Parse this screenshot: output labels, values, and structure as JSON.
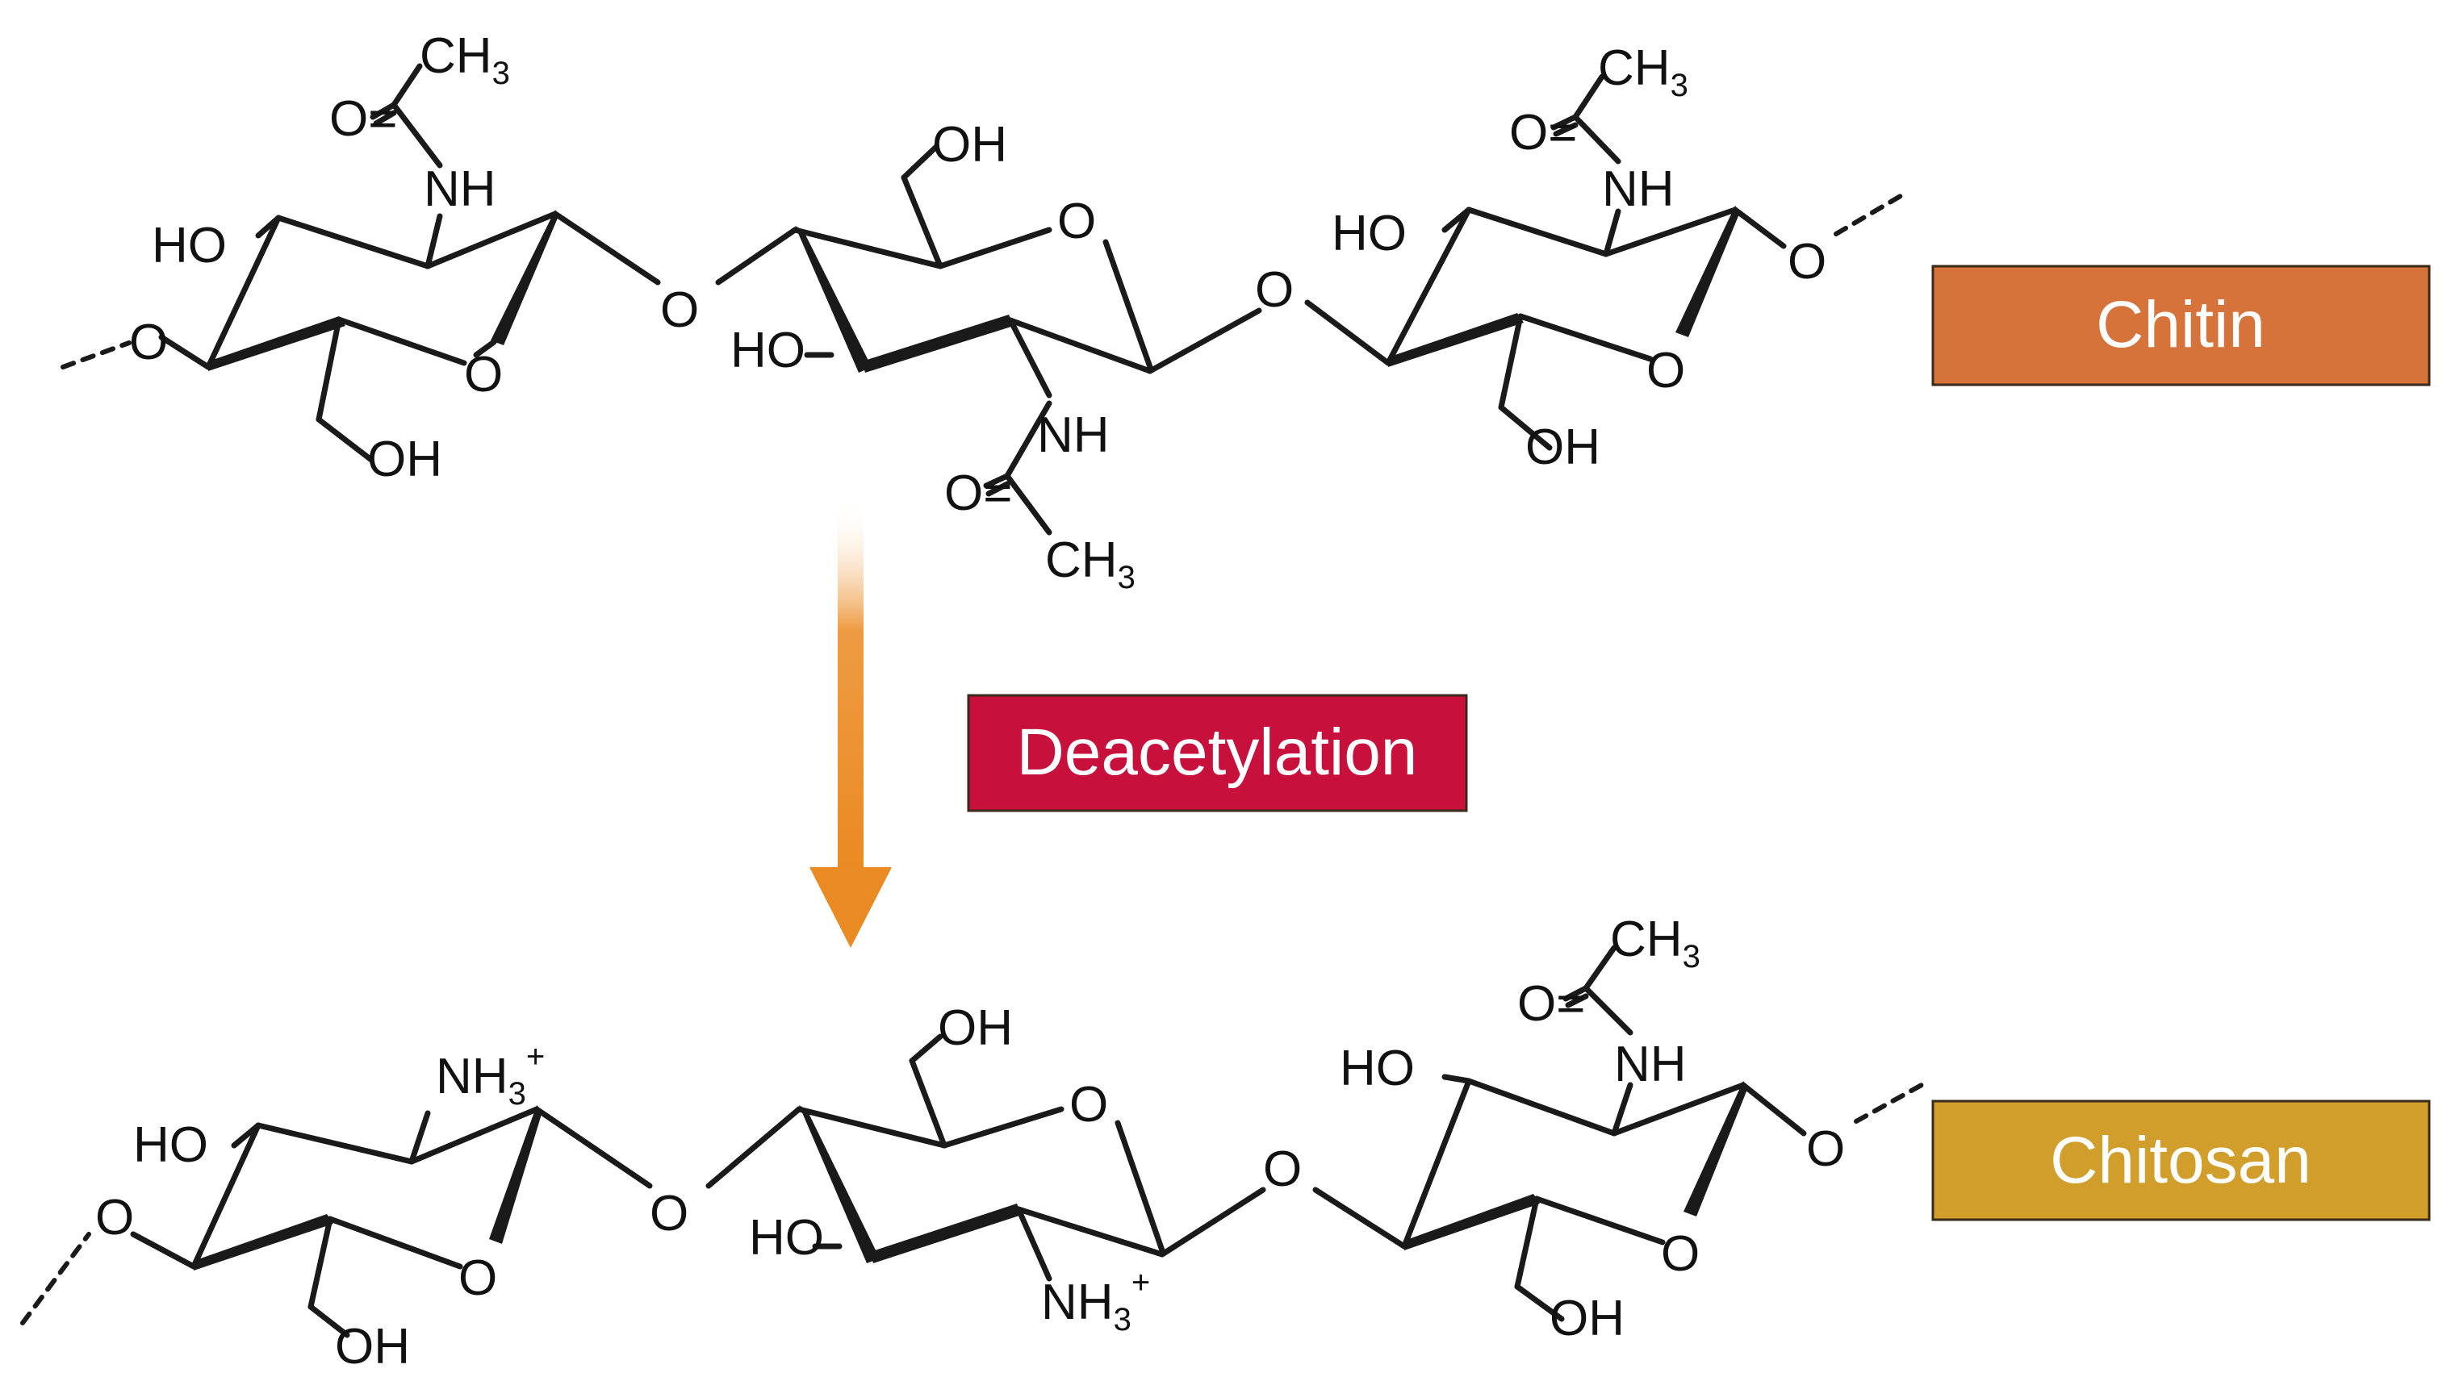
{
  "colors": {
    "chitin_box": "#D6733A",
    "chitosan_box": "#D19E2B",
    "deacetylation_box": "#C8103C",
    "arrow": "#EA8A22",
    "bond": "#1a1a1a"
  },
  "labels": {
    "chitin": "Chitin",
    "chitosan": "Chitosan",
    "deacetylation": "Deacetylation"
  },
  "atoms": {
    "oh": "OH",
    "ho": "HO",
    "o": "O",
    "nh": "NH",
    "nh3": "NH",
    "nh3_sub": "3",
    "nh3_sup": "+",
    "ch3": "CH",
    "ch3_sub": "3",
    "carbonyl": "O="
  },
  "chitin": {
    "units": [
      {
        "position": "left",
        "substituent": "NHAc"
      },
      {
        "position": "middle",
        "substituent": "NHAc"
      },
      {
        "position": "right",
        "substituent": "NHAc"
      }
    ]
  },
  "chitosan": {
    "units": [
      {
        "position": "left",
        "substituent": "NH3+"
      },
      {
        "position": "middle",
        "substituent": "NH3+"
      },
      {
        "position": "right",
        "substituent": "NHAc"
      }
    ]
  }
}
